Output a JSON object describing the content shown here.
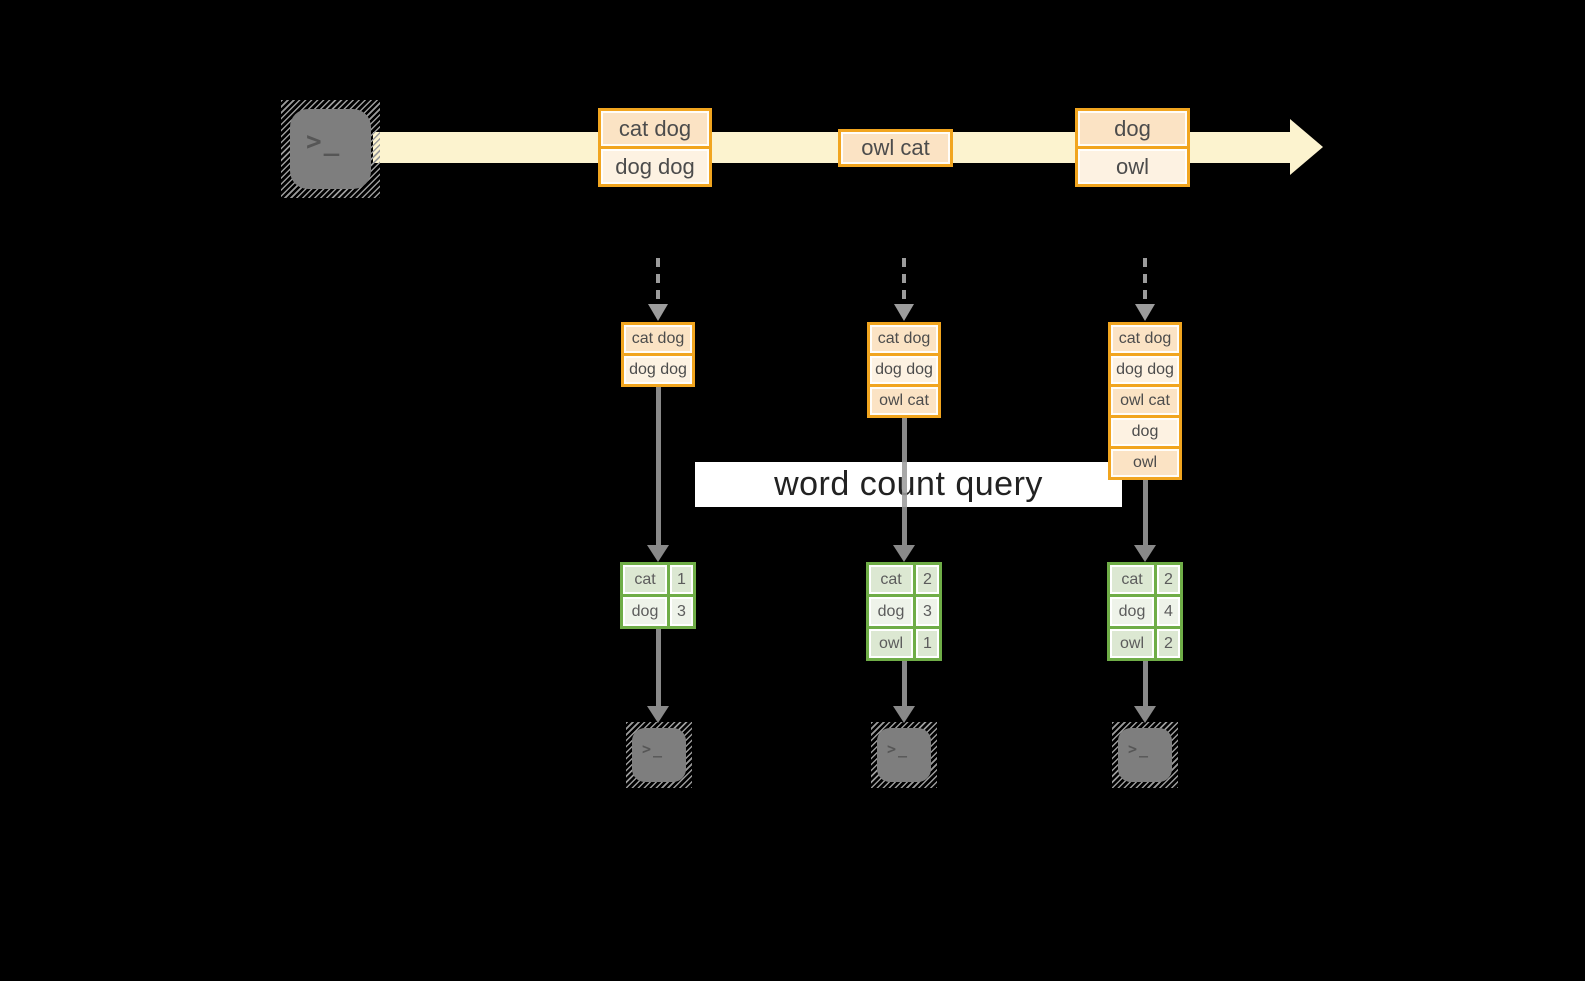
{
  "query_label": "word count query",
  "terminal_glyph": ">_",
  "stream": {
    "source_icon": "terminal-icon",
    "boxes": [
      {
        "cells": [
          "cat dog",
          "dog dog"
        ]
      },
      {
        "cells": [
          "owl cat"
        ]
      },
      {
        "cells": [
          "dog",
          "owl"
        ]
      }
    ]
  },
  "columns": [
    {
      "buffer": [
        "cat dog",
        "dog dog"
      ],
      "counts": [
        {
          "word": "cat",
          "count": "1"
        },
        {
          "word": "dog",
          "count": "3"
        }
      ]
    },
    {
      "buffer": [
        "cat dog",
        "dog dog",
        "owl cat"
      ],
      "counts": [
        {
          "word": "cat",
          "count": "2"
        },
        {
          "word": "dog",
          "count": "3"
        },
        {
          "word": "owl",
          "count": "1"
        }
      ]
    },
    {
      "buffer": [
        "cat dog",
        "dog dog",
        "owl cat",
        "dog",
        "owl"
      ],
      "counts": [
        {
          "word": "cat",
          "count": "2"
        },
        {
          "word": "dog",
          "count": "4"
        },
        {
          "word": "owl",
          "count": "2"
        }
      ]
    }
  ],
  "colors": {
    "stream_band": "#fcf3cf",
    "record_border": "#f1a51f",
    "record_fill_dark": "#fbe3c4",
    "record_fill_light": "#fdf2e2",
    "table_border": "#6fad47",
    "table_fill_dark": "#dce8d2",
    "table_fill_light": "#eef3e9",
    "arrow_gray": "#9c9c9c"
  }
}
